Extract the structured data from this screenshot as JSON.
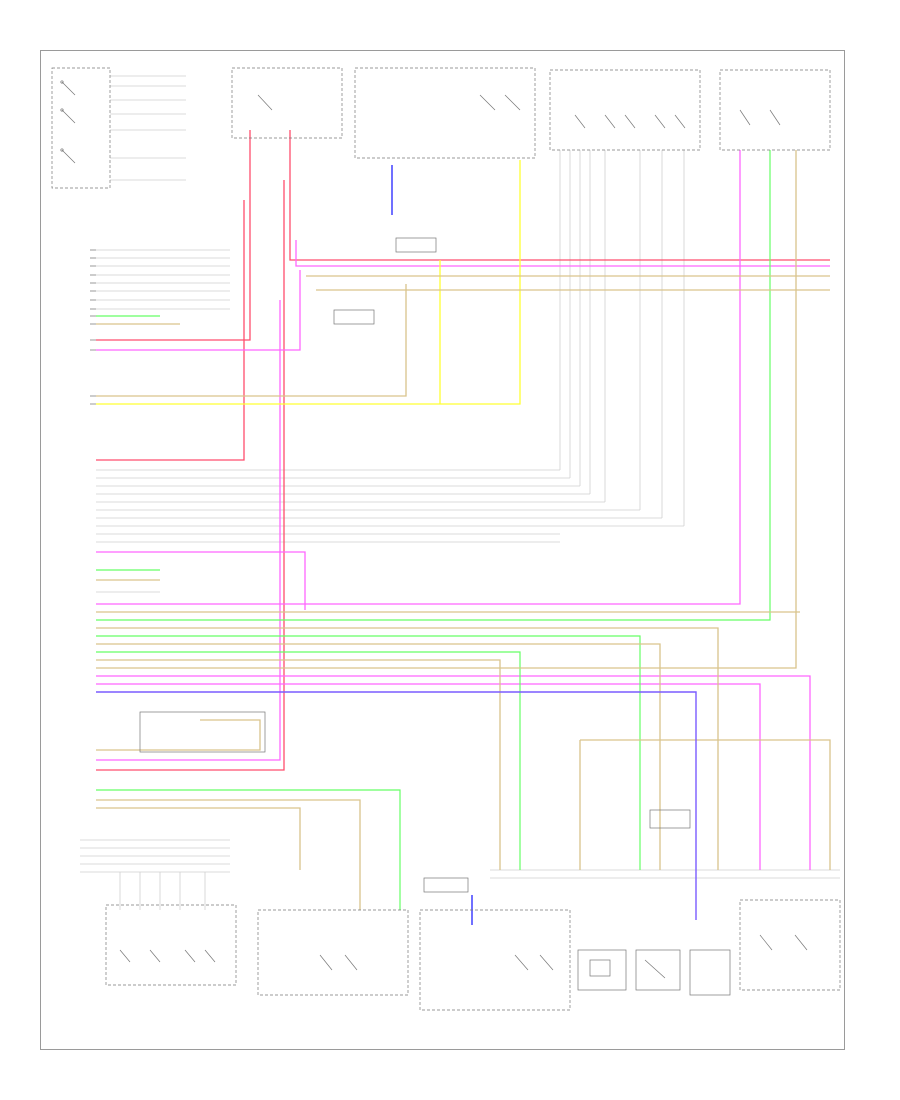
{
  "diagram": {
    "page_label": "",
    "components": [
      {
        "id": "pass-seat-switch",
        "label": ""
      },
      {
        "id": "heater-relay",
        "label": ""
      },
      {
        "id": "fuse-block-top",
        "label": ""
      },
      {
        "id": "fuse-panel-right",
        "label": ""
      },
      {
        "id": "seat-memory-switch",
        "label": ""
      },
      {
        "id": "pass-seat-module-upper",
        "label": ""
      },
      {
        "id": "pass-seat-module-lower",
        "label": ""
      },
      {
        "id": "seat-memory-module",
        "label": ""
      },
      {
        "id": "left-seat-switch",
        "label": ""
      },
      {
        "id": "heated-seat-element-left",
        "label": ""
      },
      {
        "id": "seat-heater-element",
        "label": ""
      },
      {
        "id": "seat-back-heater",
        "label": ""
      },
      {
        "id": "seat-sensor",
        "label": ""
      },
      {
        "id": "seat-switch-right",
        "label": ""
      },
      {
        "id": "seat-module-right",
        "label": ""
      }
    ]
  },
  "colors": {
    "wire_red": "#ff4d6d",
    "wire_pink": "#ff66ff",
    "wire_yellow": "#ffff33",
    "wire_green": "#66ff66",
    "wire_tan": "#d9c48c",
    "wire_violet": "#7a5cff",
    "wire_blue": "#3333ff",
    "wire_gray": "#cfcfcf",
    "frame": "#9a9a9a",
    "line": "#777777"
  }
}
